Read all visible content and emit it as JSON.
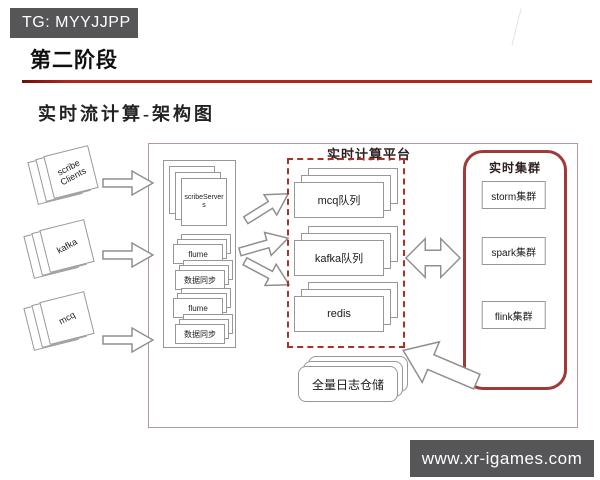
{
  "badge_top": {
    "text": "TG: MYYJJPP"
  },
  "header": {
    "title": "第二阶段",
    "subtitle": "实时流计算-架构图"
  },
  "diagram": {
    "sources": [
      {
        "label": "scribe Clients"
      },
      {
        "label": "kafka"
      },
      {
        "label": "mcq"
      }
    ],
    "ingest": {
      "server": "scribeServers",
      "items": [
        "flume",
        "数据同步",
        "flume",
        "数据同步"
      ]
    },
    "platform": {
      "title": "实时计算平台",
      "queues": [
        "mcq队列",
        "kafka队列",
        "redis"
      ]
    },
    "cluster": {
      "title": "实时集群",
      "nodes": [
        "storm集群",
        "spark集群",
        "flink集群"
      ]
    },
    "storage": {
      "label": "全量日志仓储"
    }
  },
  "watermark": {
    "text": "www.xr-igames.com"
  },
  "colors": {
    "badge_bg": "#565659",
    "accent_red": "#b2241c",
    "platform_dashed_red": "#a93226",
    "cluster_border_red": "#9e3a38",
    "box_border_gray": "#979797"
  }
}
